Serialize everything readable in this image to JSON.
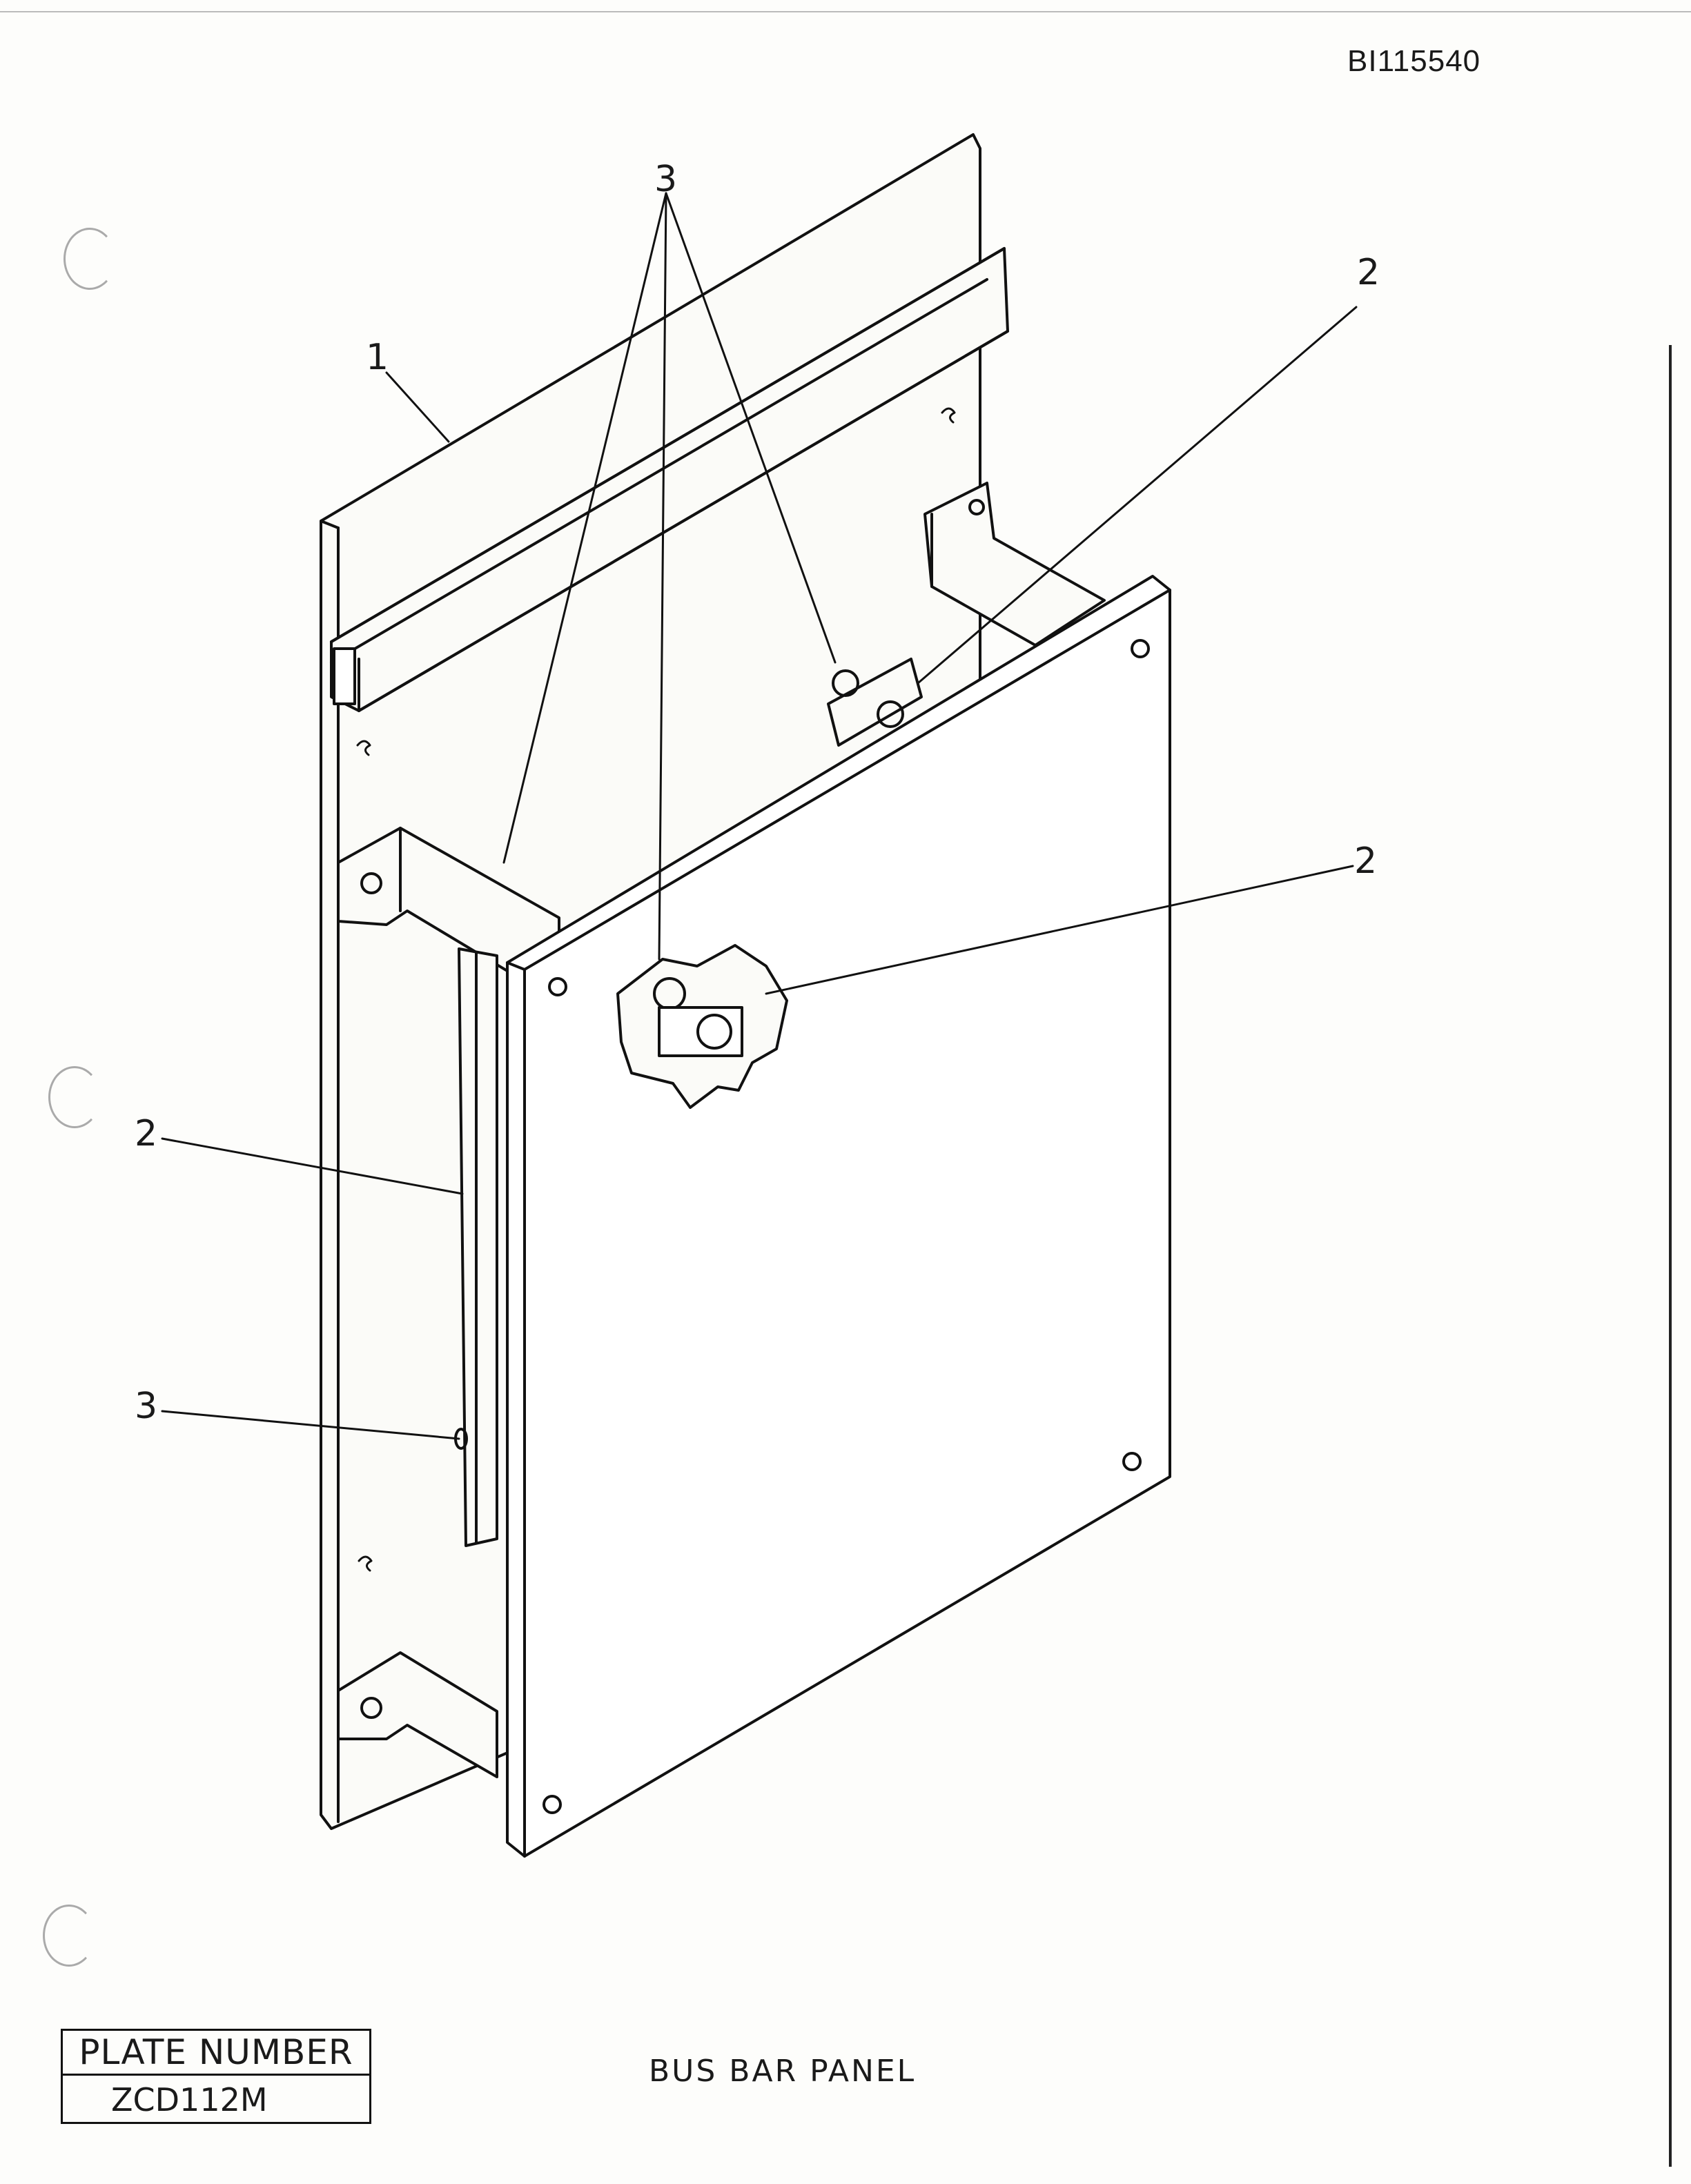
{
  "document_id": "BI115540",
  "callouts": {
    "c3_top": "3",
    "c2_upper": "2",
    "c1": "1",
    "c2_mid": "2",
    "c2_left": "2",
    "c3_left": "3"
  },
  "plate": {
    "header": "PLATE NUMBER",
    "number": "ZCD112M"
  },
  "caption": "BUS BAR PANEL"
}
